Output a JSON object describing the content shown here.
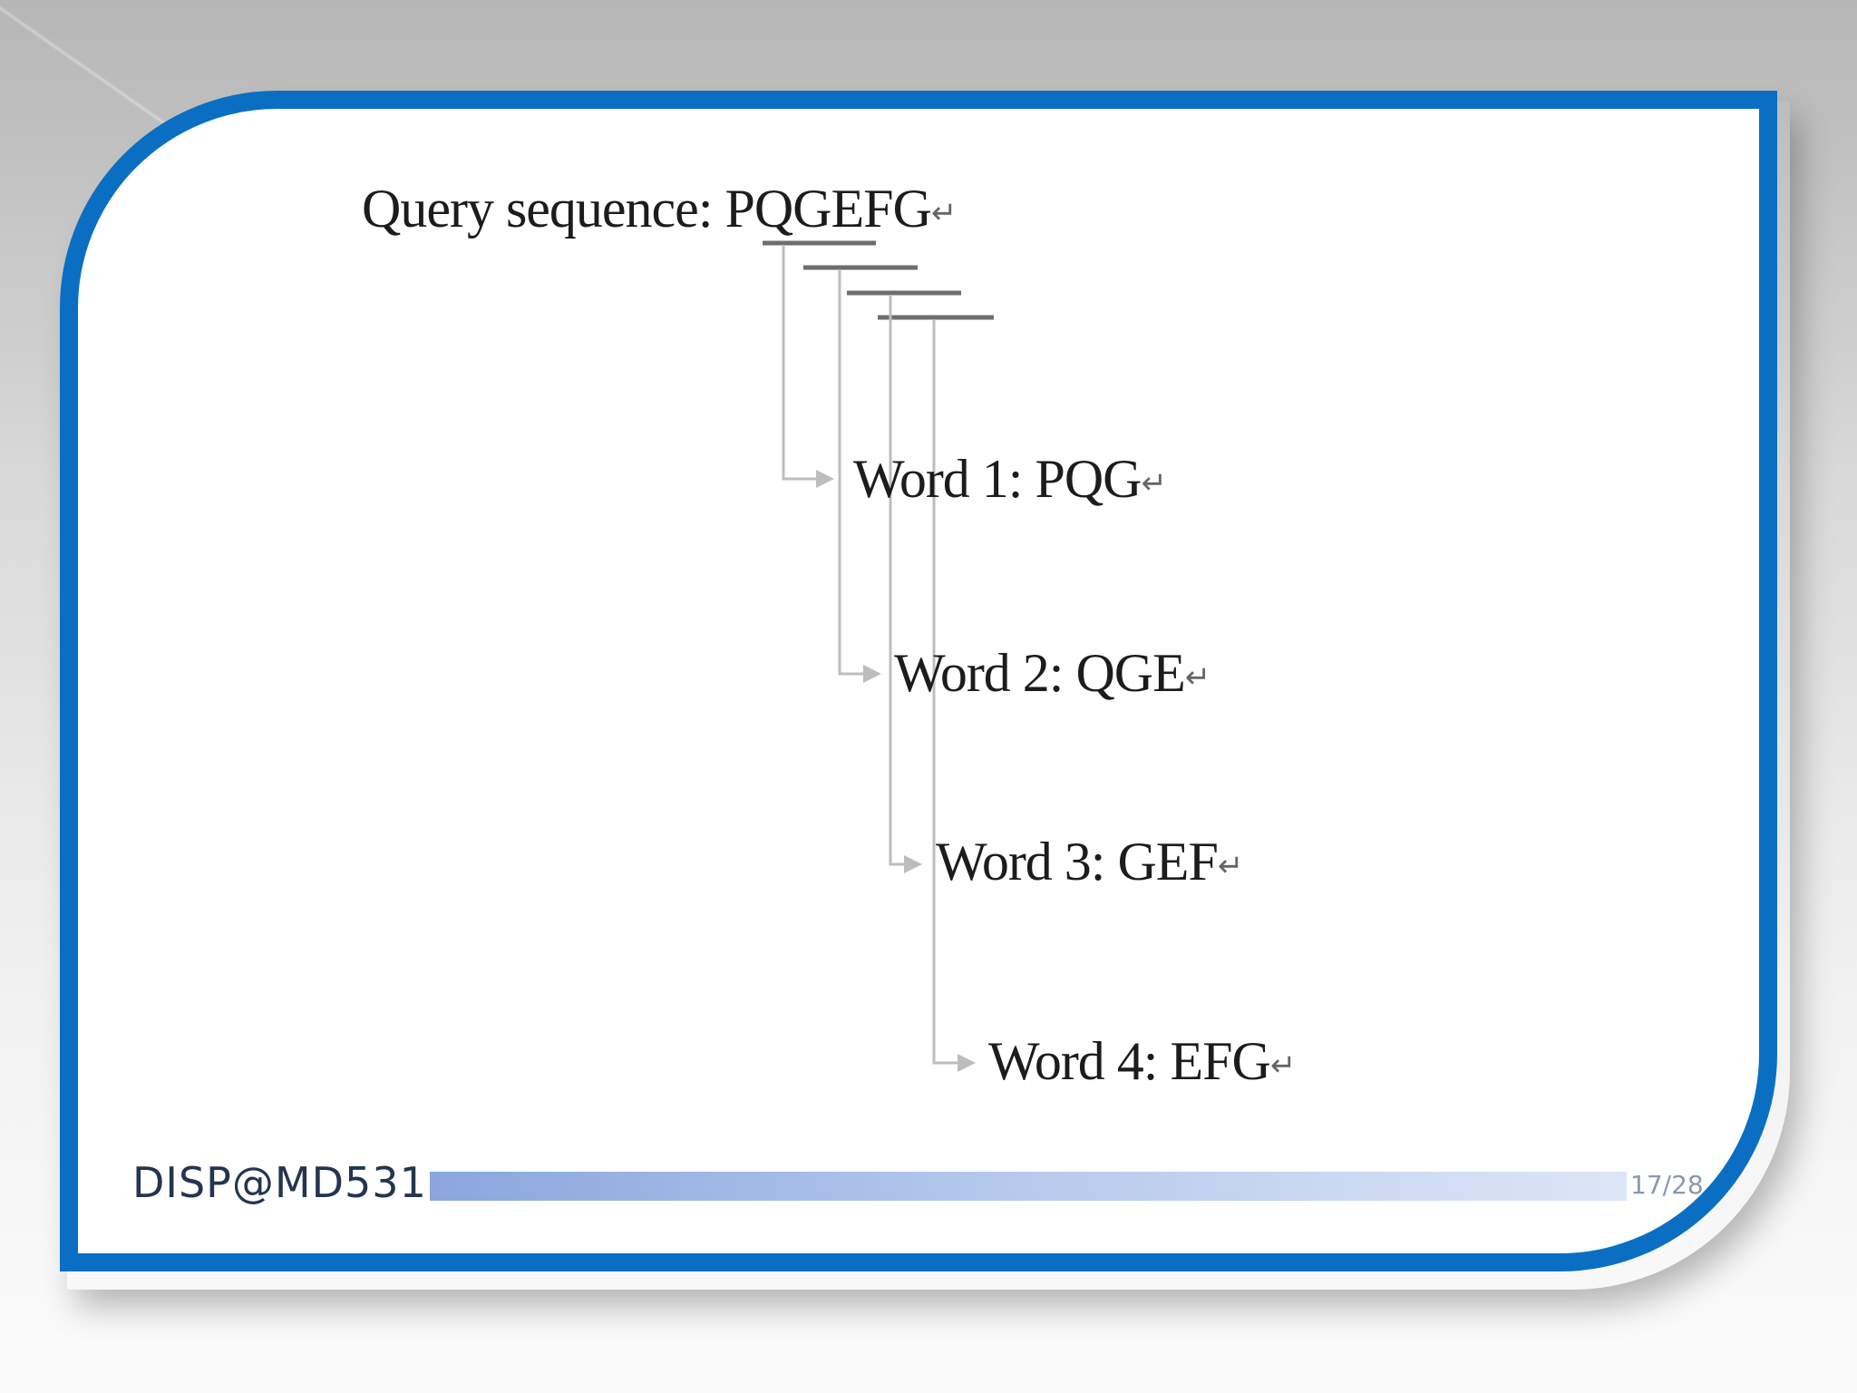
{
  "query": {
    "label": "Query sequence:",
    "sequence": "PQGEFG",
    "return_mark": "↵"
  },
  "words": [
    {
      "label": "Word 1: PQG"
    },
    {
      "label": "Word 2: QGE"
    },
    {
      "label": "Word 3: GEF"
    },
    {
      "label": "Word 4: EFG"
    }
  ],
  "footer": {
    "logo": "DISP@MD531",
    "page": "17/28"
  },
  "colors": {
    "frame": "#0a6fc2",
    "connector": "#bdbdbd",
    "underline": "#6e6e6e"
  }
}
